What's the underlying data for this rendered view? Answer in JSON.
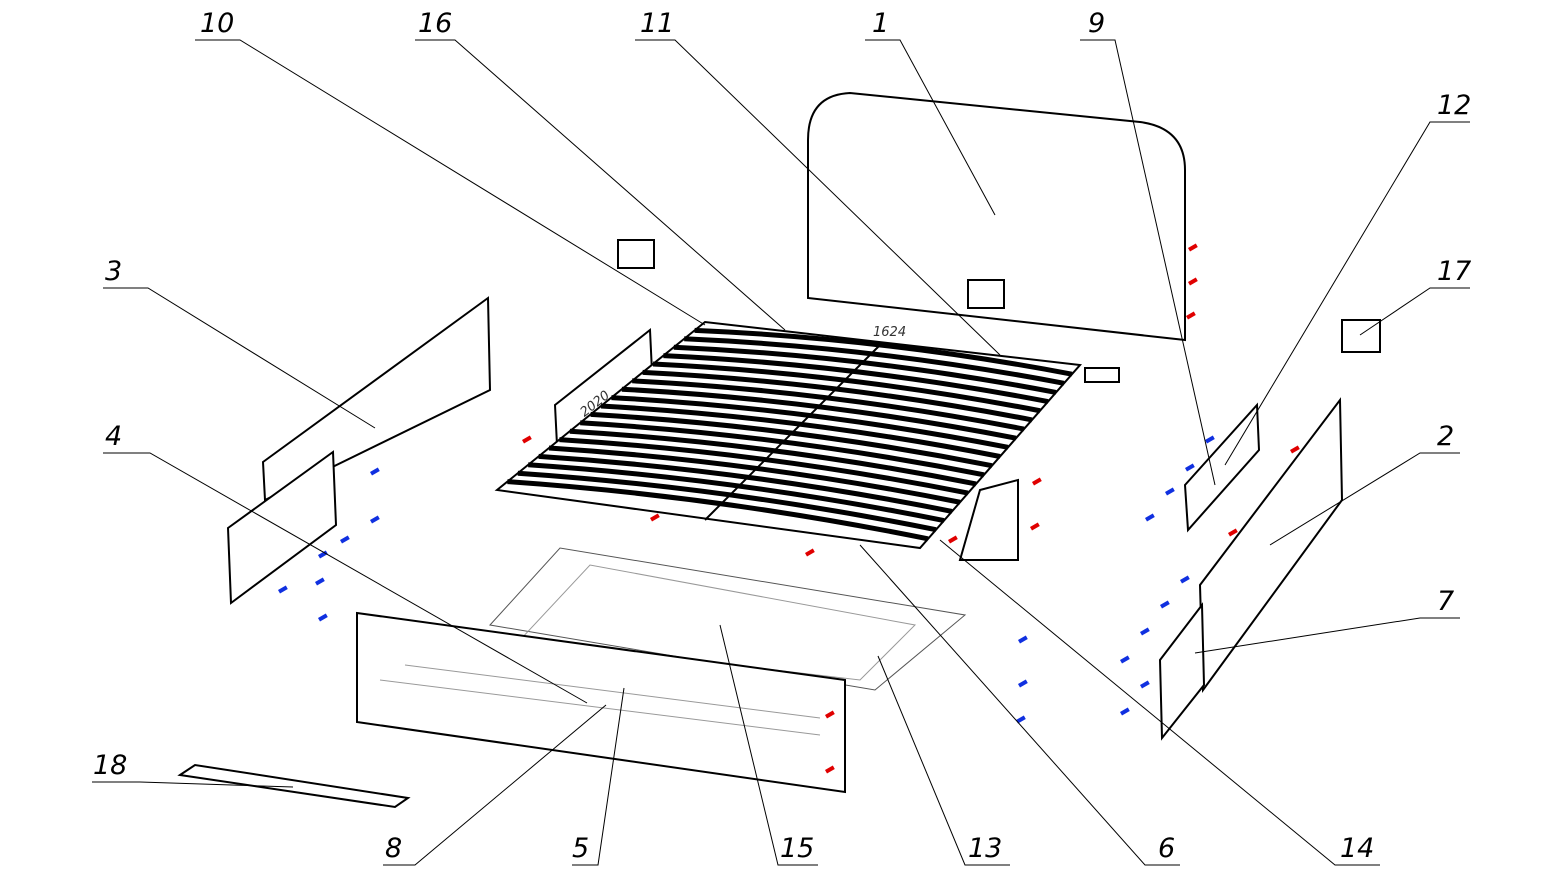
{
  "title": "Bed assembly exploded view",
  "callouts": {
    "p1": "1",
    "p2": "2",
    "p3": "3",
    "p4": "4",
    "p5": "5",
    "p6": "6",
    "p7": "7",
    "p8": "8",
    "p9": "9",
    "p10": "10",
    "p11": "11",
    "p12": "12",
    "p13": "13",
    "p14": "14",
    "p15": "15",
    "p16": "16",
    "p17": "17",
    "p18": "18"
  },
  "dimensions": {
    "width": "1624",
    "length": "2020"
  },
  "colors": {
    "line": "#000000",
    "fastener_red": "#e00000",
    "fastener_blue": "#1030e0"
  }
}
